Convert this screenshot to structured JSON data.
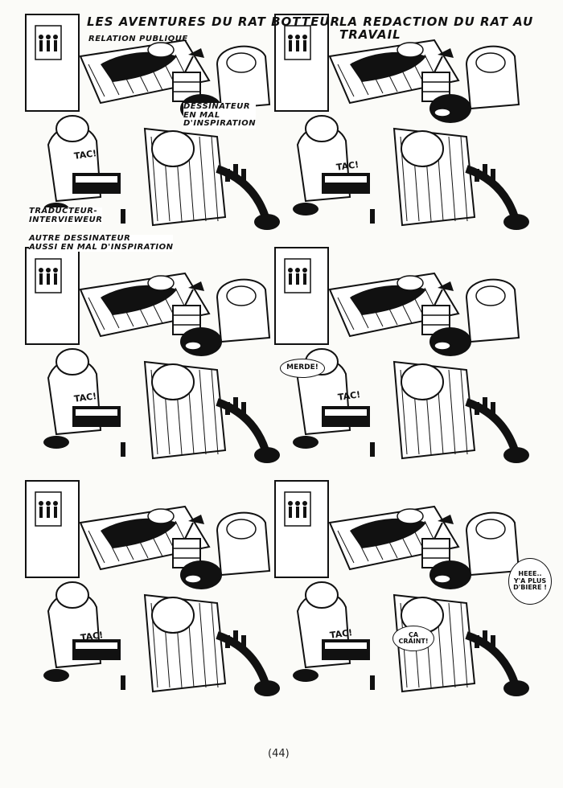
{
  "page": {
    "title_left": "Les aventures du rat botteur",
    "title_right": "La redaction du rat au travail",
    "page_number": "(44)"
  },
  "labels": {
    "relation": "Relation publique",
    "dessinateur_1": "Dessinateur",
    "dessinateur_2": "en mal",
    "dessinateur_3": "d'inspiration",
    "traducteur_1": "Traducteur-",
    "traducteur_2": "intervieweur",
    "autre_1": "Autre dessinateur",
    "autre_2": "aussi en mal d'inspiration"
  },
  "bubbles": {
    "tac": "TAC!",
    "merde": "MERDE!",
    "ca_craint": "ÇA CRAINT!",
    "ya_plus_1": "HEEE..",
    "ya_plus_2": "Y'A PLUS",
    "ya_plus_3": "D'BIERE !"
  },
  "watermark": "",
  "colors": {
    "ink": "#111111",
    "paper": "#fbfbf8",
    "watermark": "#e8bc3c"
  }
}
